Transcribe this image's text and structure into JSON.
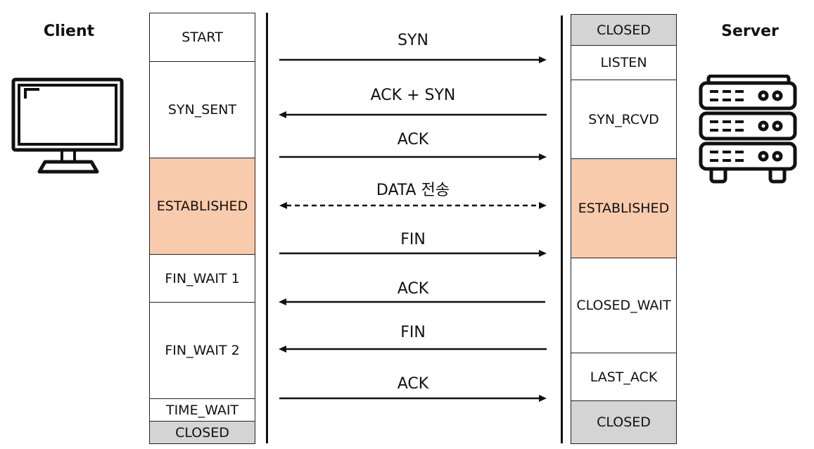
{
  "client": {
    "title": "Client",
    "icon": "computer-monitor-icon"
  },
  "server": {
    "title": "Server",
    "icon": "server-rack-icon"
  },
  "client_states": [
    "START",
    "SYN_SENT",
    "ESTABLISHED",
    "FIN_WAIT 1",
    "FIN_WAIT 2",
    "TIME_WAIT",
    "CLOSED"
  ],
  "server_states": [
    "CLOSED",
    "LISTEN",
    "SYN_RCVD",
    "ESTABLISHED",
    "CLOSED_WAIT",
    "LAST_ACK",
    "CLOSED"
  ],
  "messages": [
    "SYN",
    "ACK + SYN",
    "ACK",
    "DATA 전송",
    "FIN",
    "ACK",
    "FIN",
    "ACK"
  ],
  "colors": {
    "established": "#f8cbad",
    "closed": "#d4d4d4",
    "line": "#111111"
  }
}
